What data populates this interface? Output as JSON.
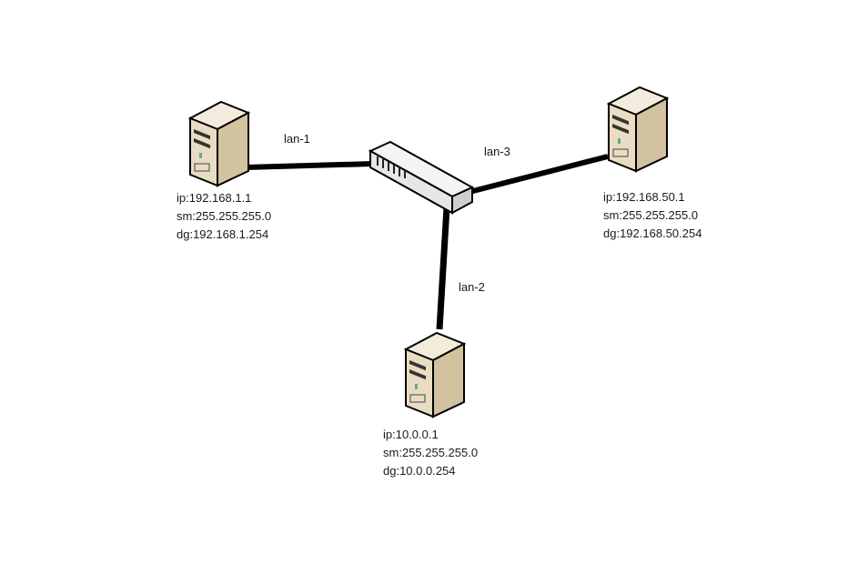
{
  "diagram": {
    "title": "",
    "links": [
      {
        "id": "lan-1",
        "label": "lan-1"
      },
      {
        "id": "lan-2",
        "label": "lan-2"
      },
      {
        "id": "lan-3",
        "label": "lan-3"
      }
    ],
    "hosts": [
      {
        "id": "host-left",
        "link": "lan-1",
        "ip": "ip:192.168.1.1",
        "sm": "sm:255.255.255.0",
        "dg": "dg:192.168.1.254"
      },
      {
        "id": "host-right",
        "link": "lan-3",
        "ip": "ip:192.168.50.1",
        "sm": "sm:255.255.255.0",
        "dg": "dg:192.168.50.254"
      },
      {
        "id": "host-bottom",
        "link": "lan-2",
        "ip": "ip:10.0.0.1",
        "sm": "sm:255.255.255.0",
        "dg": "dg:10.0.0.254"
      }
    ],
    "colors": {
      "cable": "#000000",
      "server_front": "#e8dcc2",
      "server_side": "#c9b894",
      "server_top": "#f3ecdc",
      "switch_body": "#eeeeee",
      "switch_side": "#cfcfcf"
    }
  }
}
